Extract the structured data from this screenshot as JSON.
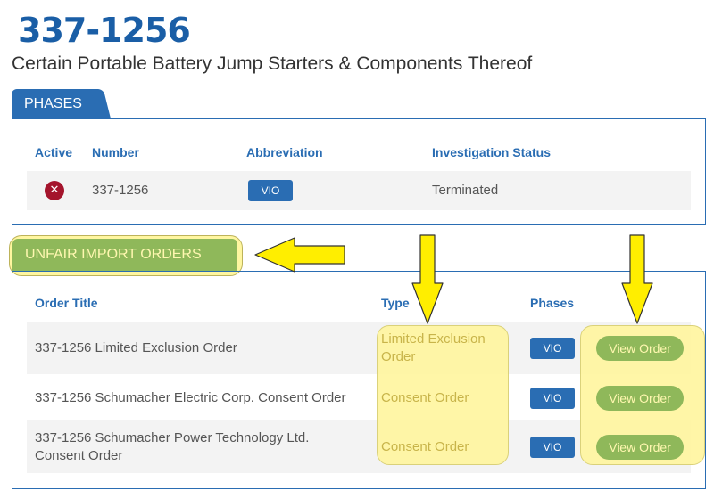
{
  "header": {
    "case_number": "337-1256",
    "case_title": "Certain Portable Battery Jump Starters & Components Thereof"
  },
  "phases": {
    "tab_label": "PHASES",
    "columns": [
      "Active",
      "Number",
      "Abbreviation",
      "Investigation Status"
    ],
    "rows": [
      {
        "active_icon": "x-circle-icon",
        "number": "337-1256",
        "abbreviation": "VIO",
        "status": "Terminated"
      }
    ]
  },
  "unfair_import_orders": {
    "tab_label": "UNFAIR IMPORT ORDERS",
    "columns": [
      "Order Title",
      "Type",
      "Phases"
    ],
    "rows": [
      {
        "title": "337-1256 Limited Exclusion Order",
        "type": "Limited Exclusion Order",
        "phase": "VIO",
        "action": "View Order"
      },
      {
        "title": "337-1256 Schumacher Electric Corp. Consent Order",
        "type": "Consent Order",
        "phase": "VIO",
        "action": "View Order"
      },
      {
        "title": "337-1256 Schumacher Power Technology Ltd. Consent Order",
        "type": "Consent Order",
        "phase": "VIO",
        "action": "View Order"
      }
    ]
  },
  "colors": {
    "brand_blue": "#2a6db3",
    "highlight_yellow": "#fff6a0",
    "arrow_yellow": "#ffee00",
    "green_button": "#8fb85a",
    "terminated_red": "#a4142c"
  }
}
